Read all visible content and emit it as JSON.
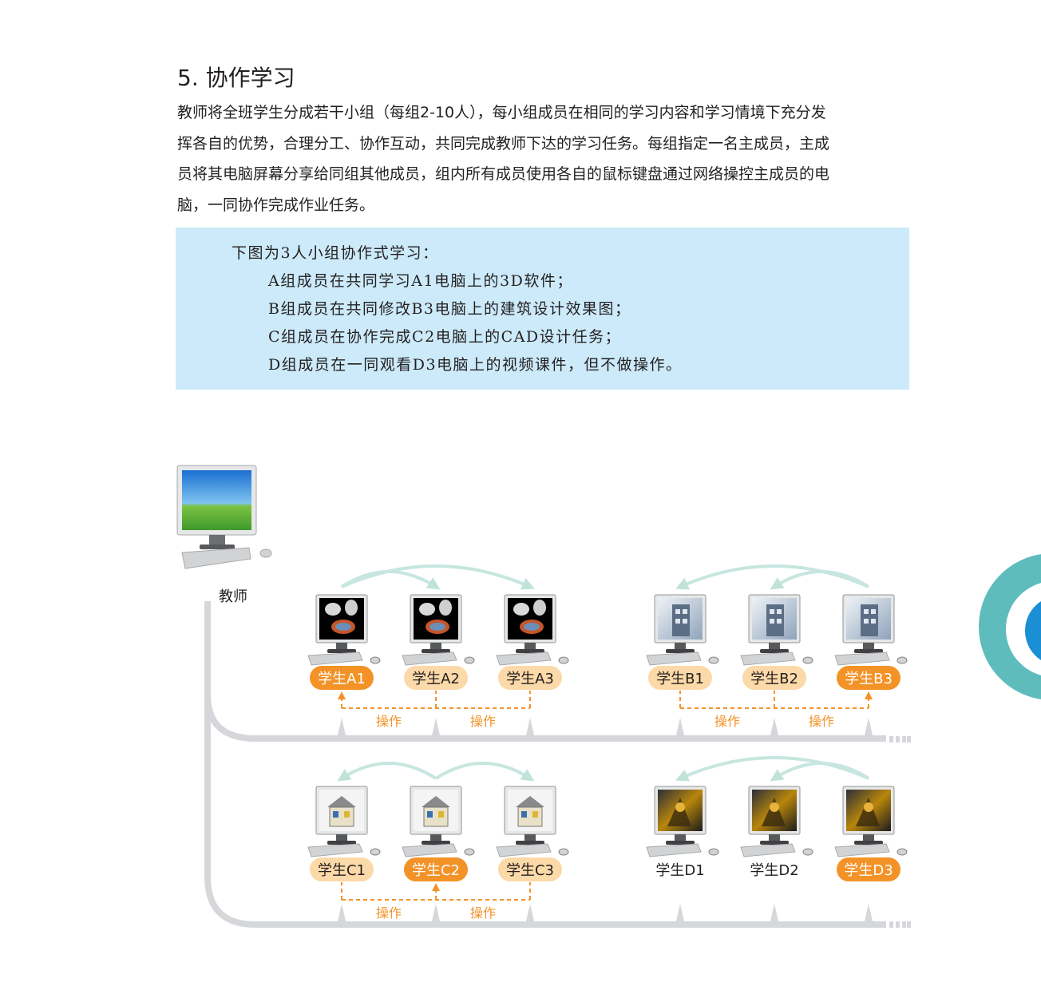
{
  "section": {
    "heading": "5. 协作学习",
    "paragraph_lines": [
      "教师将全班学生分成若干小组（每组2-10人），每小组成员在相同的学习内容和学习情境下充分发",
      "挥各自的优势，合理分工、协作互动，共同完成教师下达的学习任务。每组指定一名主成员，主成",
      "员将其电脑屏幕分享给同组其他成员，组内所有成员使用各自的鼠标键盘通过网络操控主成员的电",
      "脑，一同协作完成作业任务。"
    ]
  },
  "callout": {
    "intro": "下图为3人小组协作式学习：",
    "items": [
      "A组成员在共同学习A1电脑上的3D软件；",
      "B组成员在共同修改B3电脑上的建筑设计效果图；",
      "C组成员在协作完成C2电脑上的CAD设计任务；",
      "D组成员在一同观看D3电脑上的视频课件，但不做操作。"
    ]
  },
  "diagram": {
    "teacher_label": "教师",
    "operate_label": "操作",
    "groups": [
      {
        "id": "A",
        "screen": "3d-software",
        "students": [
          "学生A1",
          "学生A2",
          "学生A3"
        ],
        "main_index": 0,
        "operated": true
      },
      {
        "id": "B",
        "screen": "building-render",
        "students": [
          "学生B1",
          "学生B2",
          "学生B3"
        ],
        "main_index": 2,
        "operated": true
      },
      {
        "id": "C",
        "screen": "cad-house",
        "students": [
          "学生C1",
          "学生C2",
          "学生C3"
        ],
        "main_index": 1,
        "operated": true
      },
      {
        "id": "D",
        "screen": "video-courseware",
        "students": [
          "学生D1",
          "学生D2",
          "学生D3"
        ],
        "main_index": 2,
        "operated": false
      }
    ],
    "colors": {
      "main_badge": "#f39227",
      "member_badge": "#fcd9a8",
      "dashed_operate": "#f39227",
      "share_arrow": "#c6e6df",
      "network_line": "#d5d7da",
      "callout_bg": "#cceaf9",
      "deco_teal": "#5fbcbd",
      "deco_blue": "#1a8fd3"
    }
  }
}
